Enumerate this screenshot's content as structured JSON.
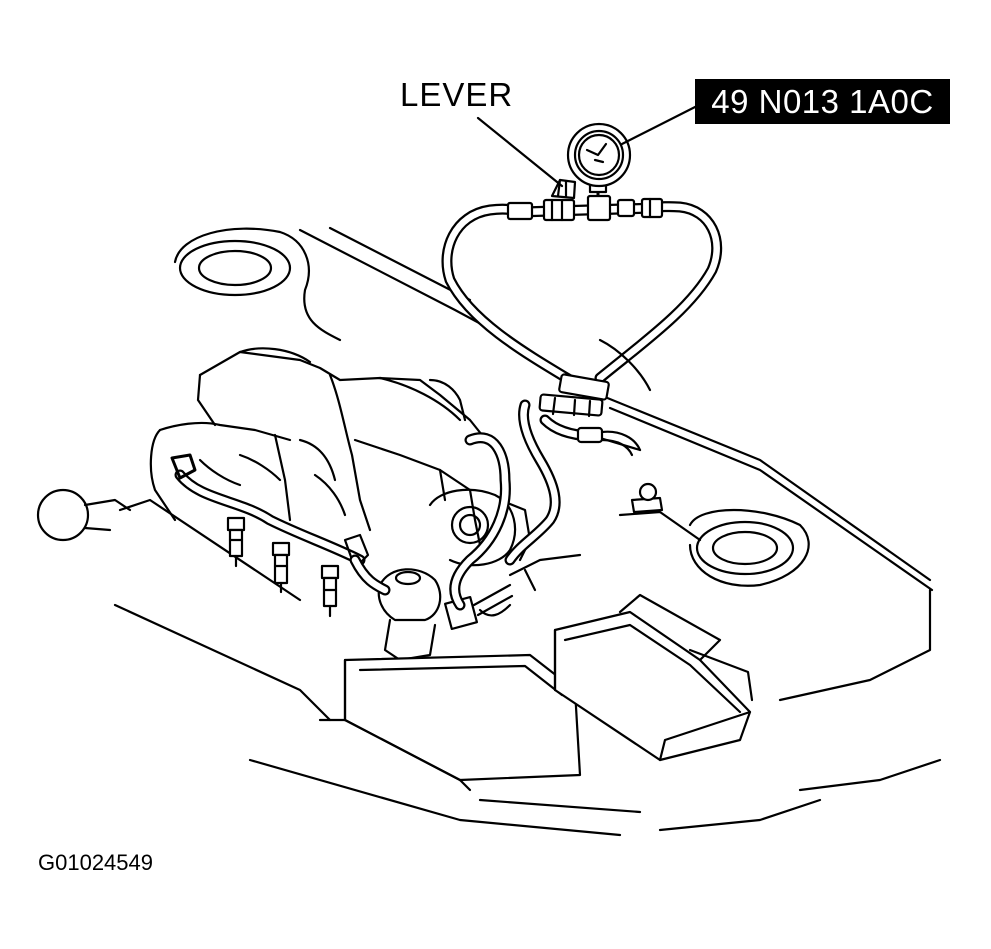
{
  "labels": {
    "lever": "LEVER",
    "tool_number": "49 N013 1A0C"
  },
  "figure_id": "G01024549",
  "colors": {
    "ink": "#000000",
    "paper": "#ffffff"
  }
}
